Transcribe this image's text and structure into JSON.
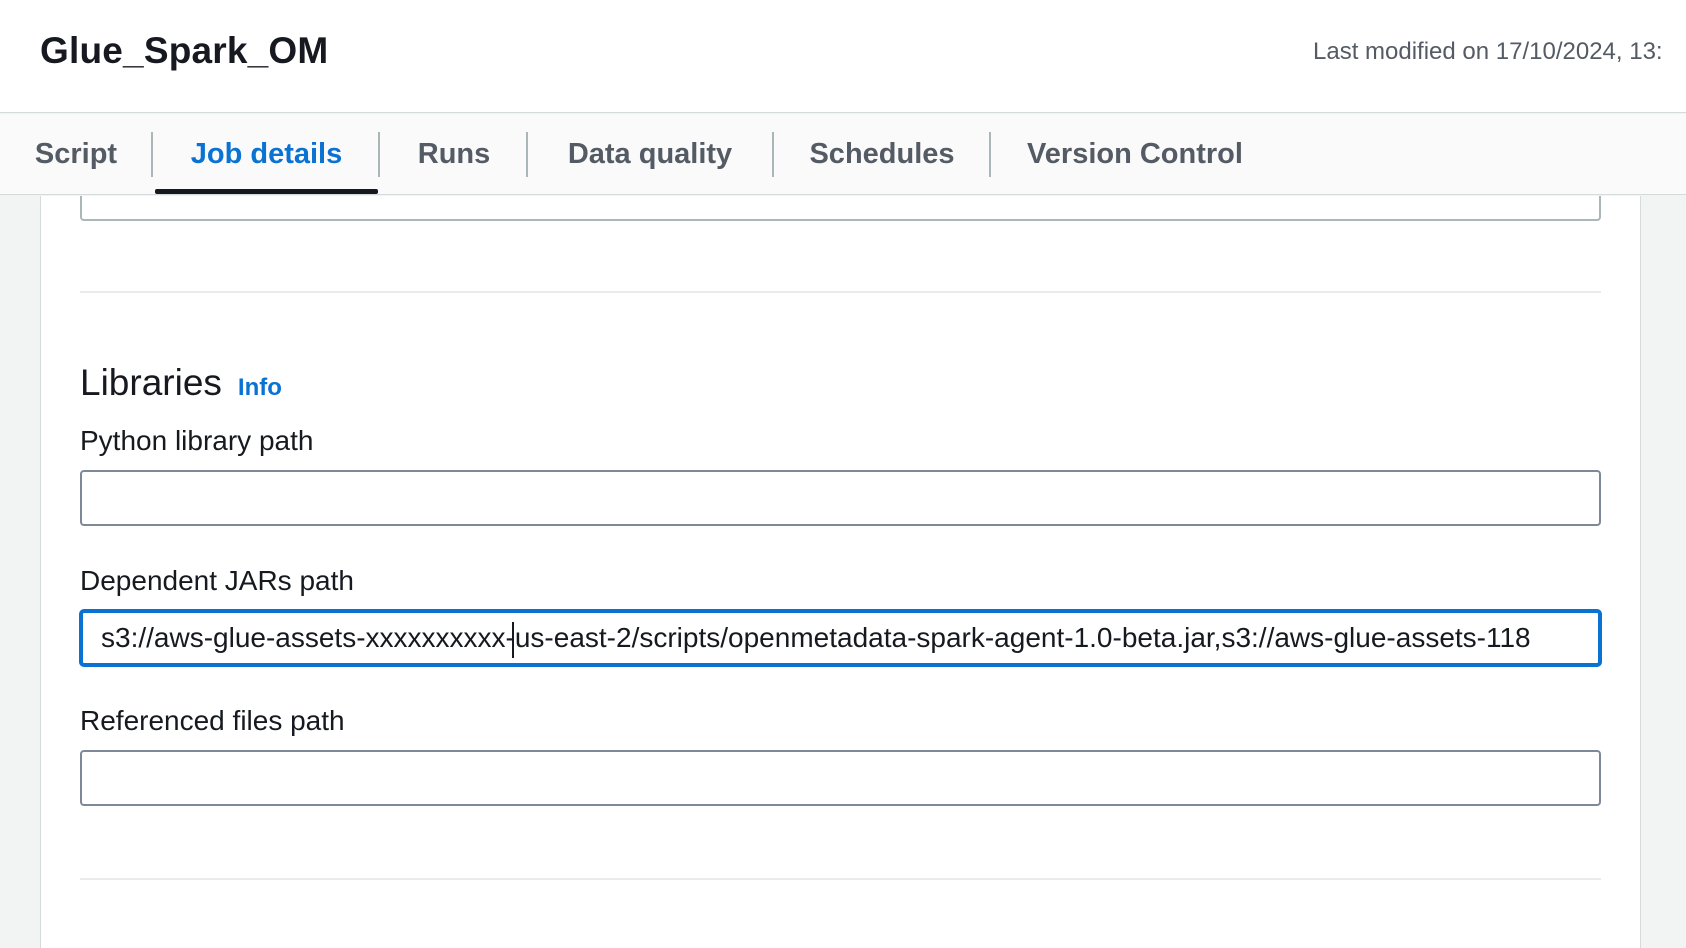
{
  "header": {
    "job_title": "Glue_Spark_OM",
    "last_modified": "Last modified on 17/10/2024, 13:"
  },
  "tabs": [
    {
      "label": "Script",
      "active": false
    },
    {
      "label": "Job details",
      "active": true
    },
    {
      "label": "Runs",
      "active": false
    },
    {
      "label": "Data quality",
      "active": false
    },
    {
      "label": "Schedules",
      "active": false
    },
    {
      "label": "Version Control",
      "active": false
    }
  ],
  "libraries": {
    "title": "Libraries",
    "info_link": "Info",
    "python_library_path": {
      "label": "Python library path",
      "value": ""
    },
    "dependent_jars_path": {
      "label": "Dependent JARs path",
      "value": "s3://aws-glue-assets-xxxxxxxxxx-us-east-2/scripts/openmetadata-spark-agent-1.0-beta.jar,s3://aws-glue-assets-118"
    },
    "referenced_files_path": {
      "label": "Referenced files path",
      "value": ""
    }
  },
  "colors": {
    "accent": "#0972d3",
    "text": "#16191f",
    "muted_text": "#545b64",
    "page_background": "#f2f3f3"
  }
}
